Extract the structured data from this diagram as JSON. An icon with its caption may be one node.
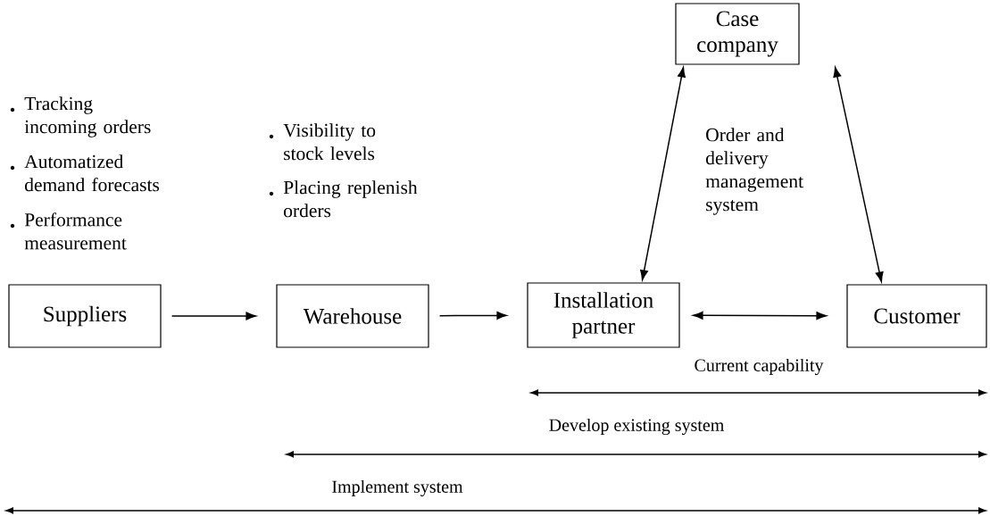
{
  "diagram": {
    "nodes": [
      {
        "text": [
          "Case company"
        ]
      },
      {
        "text": [
          "Suppliers"
        ]
      },
      {
        "text": [
          "Warehouse"
        ]
      },
      {
        "text": [
          "Installation partner"
        ]
      },
      {
        "text": [
          "Customer"
        ]
      }
    ],
    "edges": [
      {
        "from": 1,
        "to": 2,
        "arrow": "to"
      },
      {
        "from": 2,
        "to": 3,
        "arrow": "to"
      },
      {
        "from": 3,
        "to": 4,
        "arrow": "both"
      },
      {
        "from": 3,
        "to": 0,
        "arrow": "both"
      },
      {
        "from": 4,
        "to": 0,
        "arrow": "both"
      }
    ],
    "labels": [
      "Tracking incoming orders",
      "Automatized demand forecasts",
      "Performance measurement",
      "Visibility to stock levels",
      "Placing replenish orders",
      "Order and delivery management system",
      "Current capability",
      "Develop existing system",
      "Implement system"
    ]
  }
}
